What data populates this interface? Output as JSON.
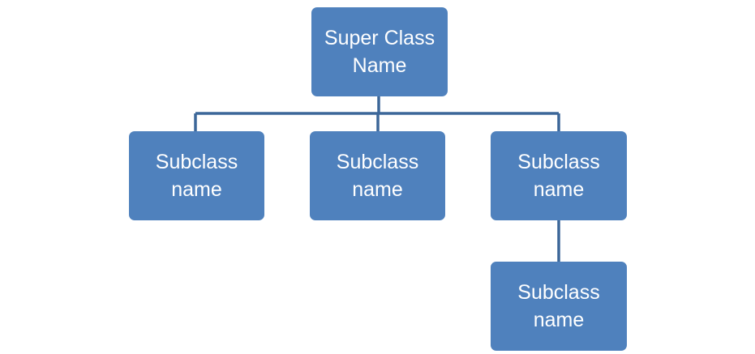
{
  "diagram": {
    "root": {
      "line1": "Super Class",
      "line2": "Name"
    },
    "children": [
      {
        "line1": "Subclass",
        "line2": "name"
      },
      {
        "line1": "Subclass",
        "line2": "name"
      },
      {
        "line1": "Subclass",
        "line2": "name"
      }
    ],
    "grandchild": {
      "line1": "Subclass",
      "line2": "name"
    }
  },
  "colors": {
    "node_fill": "#4f81bd",
    "connector": "#3c6799",
    "node_text": "#ffffff"
  }
}
